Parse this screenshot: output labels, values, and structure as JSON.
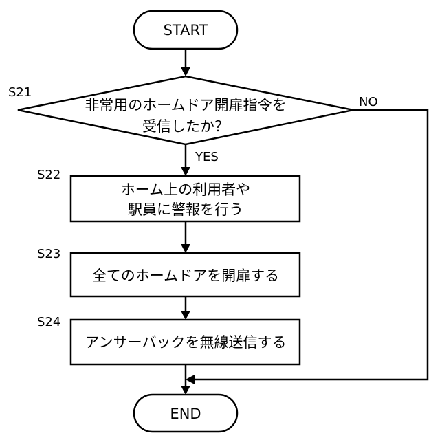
{
  "diagram": {
    "nodes": {
      "start": {
        "line1": "START"
      },
      "decision": {
        "step": "S21",
        "line1": "非常用のホームドア開扉指令を",
        "line2": "受信したか？"
      },
      "notify": {
        "step": "S22",
        "line1": "ホーム上の利用者や",
        "line2": "駅員に警報を行う"
      },
      "open_doors": {
        "step": "S23",
        "line1": "全てのホームドアを開扉する"
      },
      "answerback": {
        "step": "S24",
        "line1": "アンサーバックを無線送信する"
      },
      "end": {
        "line1": "END"
      }
    },
    "edges": {
      "yes_label": "YES",
      "no_label": "NO"
    }
  }
}
